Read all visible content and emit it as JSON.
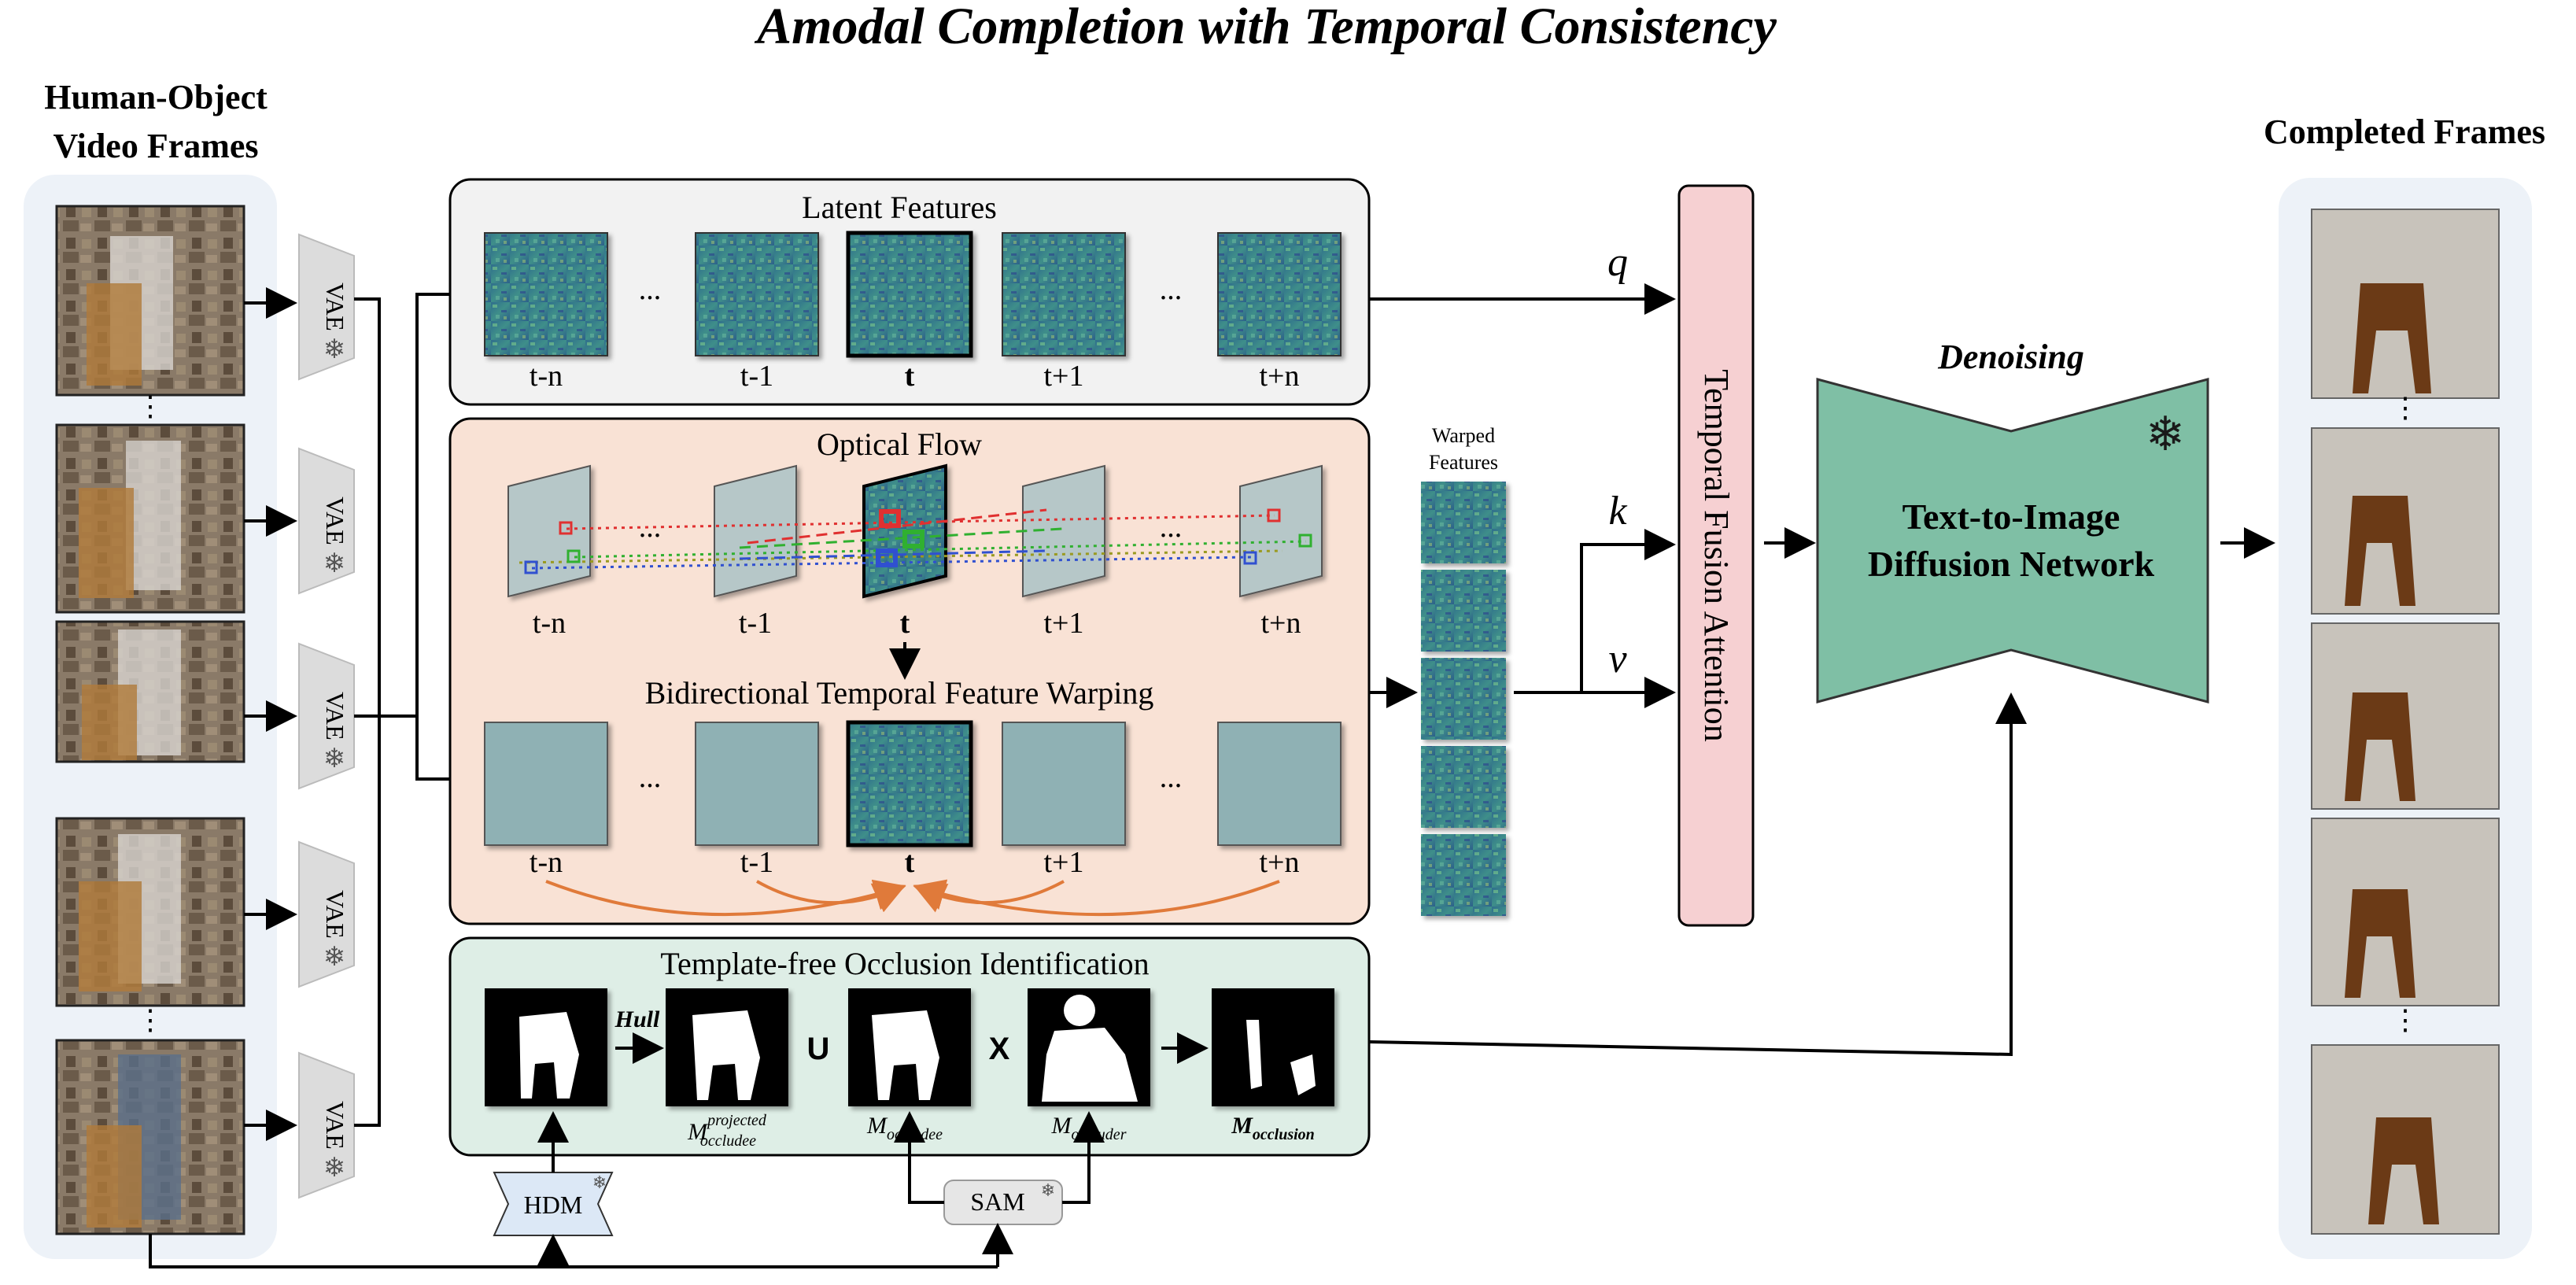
{
  "title": "Amodal Completion with Temporal Consistency",
  "input": {
    "label_line1": "Human-Object",
    "label_line2": "Video Frames",
    "ellipsis": "⋮"
  },
  "output": {
    "label": "Completed Frames",
    "ellipsis": "⋮"
  },
  "vae": {
    "label": "VAE",
    "count": 5
  },
  "latent": {
    "title": "Latent Features",
    "labels": [
      "t-n",
      "t-1",
      "t",
      "t+1",
      "t+n"
    ],
    "ellipsis": "..."
  },
  "optical": {
    "title": "Optical Flow",
    "labels": [
      "t-n",
      "t-1",
      "t",
      "t+1",
      "t+n"
    ],
    "ellipsis": "..."
  },
  "warping": {
    "title": "Bidirectional Temporal Feature Warping",
    "labels": [
      "t-n",
      "t-1",
      "t",
      "t+1",
      "t+n"
    ],
    "ellipsis": "..."
  },
  "warped": {
    "line1": "Warped",
    "line2": "Features"
  },
  "occlusion": {
    "title": "Template-free Occlusion Identification",
    "hull": "Hull",
    "union": "U",
    "times": "X",
    "m1_base": "M",
    "m1_sup": "projected",
    "m1_sub": "occludee",
    "m2_base": "M",
    "m2_sub": "occludee",
    "m3_base": "M",
    "m3_sub": "occluder",
    "m4_base": "M",
    "m4_sub": "occlusion"
  },
  "hdm": "HDM",
  "sam": "SAM",
  "qkv": {
    "q": "q",
    "k": "k",
    "v": "v"
  },
  "fusion": "Temporal Fusion Attention",
  "denoising": "Denoising",
  "diffusion": {
    "line1": "Text-to-Image",
    "line2": "Diffusion Network"
  },
  "snowflake": "❄",
  "colors": {
    "panel_gray": "#f2f2f2",
    "panel_orange": "#f9e2d5",
    "panel_green": "#deeee6",
    "fusion_pink": "#f6d0d2",
    "diffusion_teal": "#7fbfa5",
    "vae_gray": "#dcdcdc",
    "hdm_blue": "#dce8f6",
    "arc_orange": "#e07a3a",
    "flow_red": "#e03030",
    "flow_green": "#30b030",
    "flow_blue": "#3050d0",
    "flow_olive": "#9a9a20"
  }
}
